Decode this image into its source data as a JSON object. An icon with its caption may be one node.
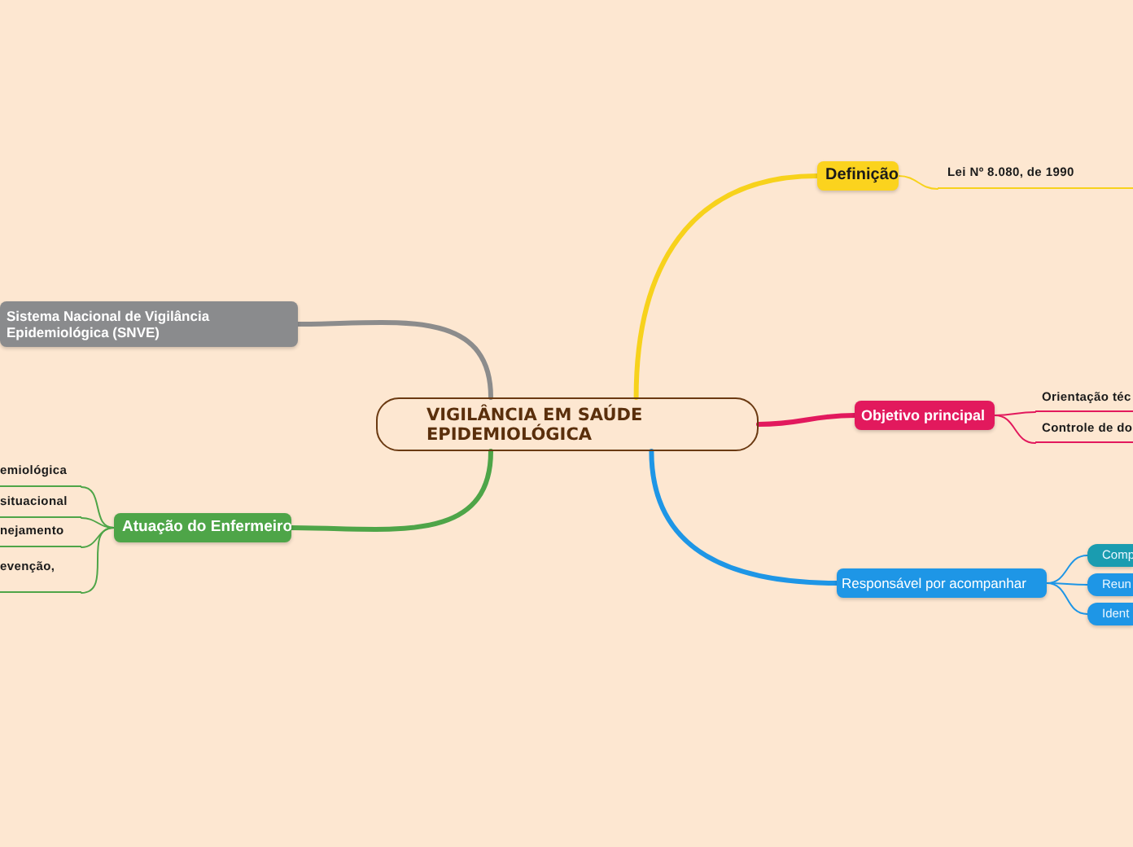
{
  "diagram": {
    "nodes": [
      {
        "text": [
          "VIGILÂNCIA EM SAÚDE EPIDEMIOLÓGICA"
        ]
      },
      {
        "text": [
          "Definição"
        ]
      },
      {
        "text": [
          "Lei Nº 8.080, de 1990"
        ]
      },
      {
        "text": [
          "Objetivo principal"
        ]
      },
      {
        "text": [
          "Orientação téc"
        ]
      },
      {
        "text": [
          "Controle de do"
        ]
      },
      {
        "text": [
          "Responsável por acompanhar"
        ]
      },
      {
        "text": [
          "Comp"
        ]
      },
      {
        "text": [
          "Reun"
        ]
      },
      {
        "text": [
          "Ident"
        ]
      },
      {
        "text": [
          "Sistema Nacional de Vigilância Epidemiológica (SNVE)"
        ]
      },
      {
        "text": [
          "Atuação do Enfermeiro"
        ]
      },
      {
        "text": [
          "emiológica"
        ]
      },
      {
        "text": [
          "situacional"
        ]
      },
      {
        "text": [
          "nejamento"
        ]
      },
      {
        "text": [
          "evenção,"
        ]
      }
    ],
    "edges": [
      {
        "from": 0,
        "to": 1,
        "arrow": "none",
        "style": "thick",
        "color": "#f7d21c"
      },
      {
        "from": 1,
        "to": 2,
        "arrow": "none",
        "color": "#f7d21c"
      },
      {
        "from": 0,
        "to": 3,
        "arrow": "none",
        "style": "thick",
        "color": "#e2195d"
      },
      {
        "from": 3,
        "to": 4,
        "arrow": "none",
        "color": "#e2195d"
      },
      {
        "from": 3,
        "to": 5,
        "arrow": "none",
        "color": "#e2195d"
      },
      {
        "from": 0,
        "to": 6,
        "arrow": "none",
        "style": "thick",
        "color": "#1e96e6"
      },
      {
        "from": 6,
        "to": 7,
        "arrow": "none",
        "color": "#1e96e6"
      },
      {
        "from": 6,
        "to": 8,
        "arrow": "none",
        "color": "#1e96e6"
      },
      {
        "from": 6,
        "to": 9,
        "arrow": "none",
        "color": "#1e96e6"
      },
      {
        "from": 0,
        "to": 10,
        "arrow": "none",
        "style": "thick",
        "color": "#8c8c8c"
      },
      {
        "from": 0,
        "to": 11,
        "arrow": "none",
        "style": "thick",
        "color": "#4ea548"
      },
      {
        "from": 11,
        "to": 12,
        "arrow": "none",
        "color": "#4ea548"
      },
      {
        "from": 11,
        "to": 13,
        "arrow": "none",
        "color": "#4ea548"
      },
      {
        "from": 11,
        "to": 14,
        "arrow": "none",
        "color": "#4ea548"
      },
      {
        "from": 11,
        "to": 15,
        "arrow": "none",
        "color": "#4ea548"
      }
    ]
  }
}
